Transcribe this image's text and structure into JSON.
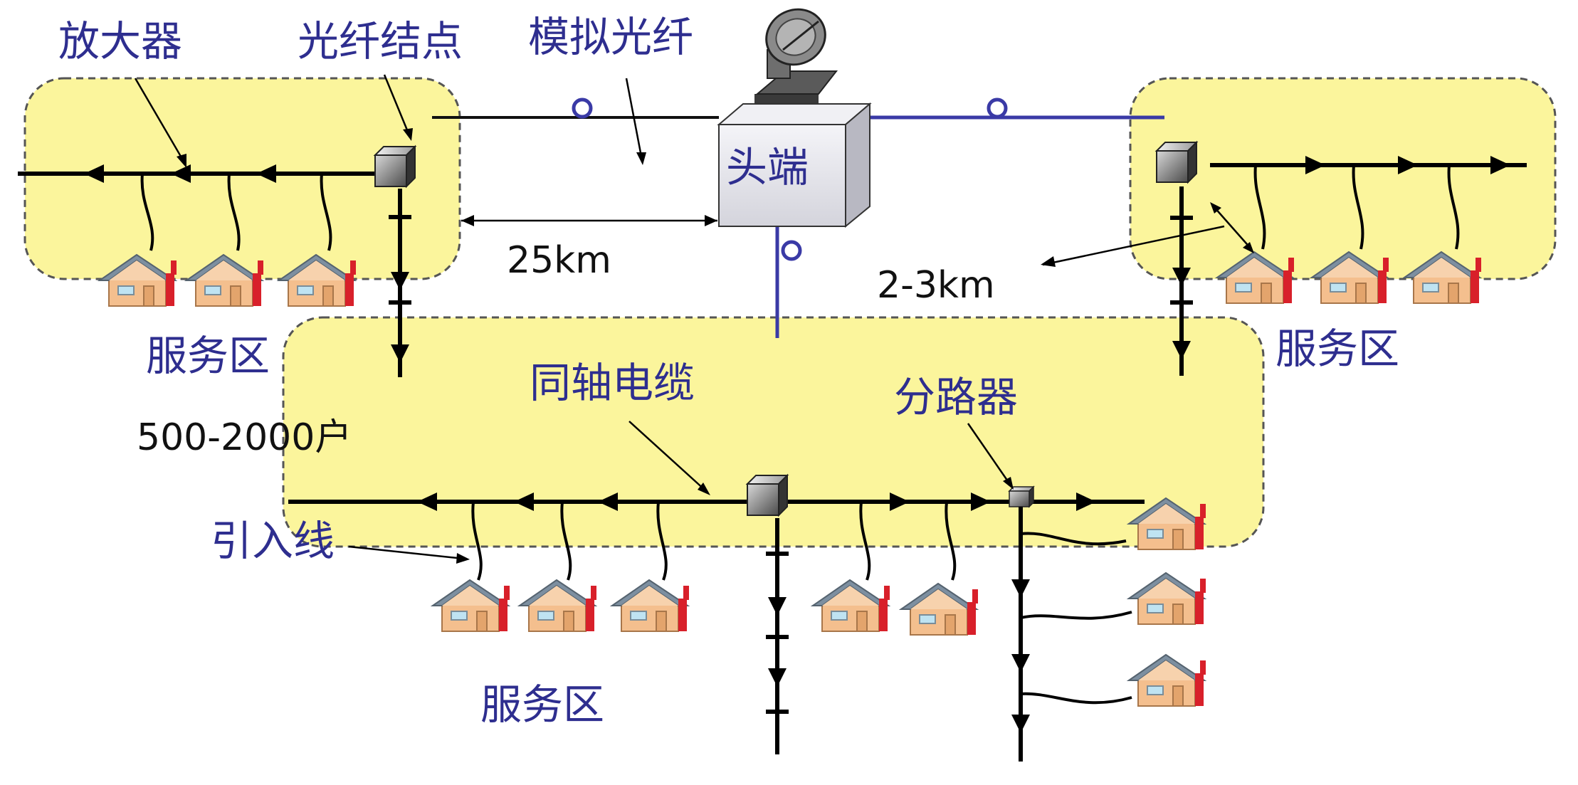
{
  "labels": {
    "amplifier": "放大器",
    "fiber_node": "光纤结点",
    "analog_fiber": "模拟光纤",
    "headend": "头端",
    "service_area": "服务区",
    "coax": "同轴电缆",
    "splitter": "分路器",
    "drop_line": "引入线",
    "dist_25km": "25km",
    "dist_2_3km": "2-3km",
    "households": "500-2000户"
  },
  "colors": {
    "zone_fill": "#fbf59c",
    "fiber_blue": "#3a3aa6",
    "label_blue": "#2e2e8f",
    "house_wall": "#f4bf8e",
    "house_roof": "#7d8fa0",
    "house_chimney": "#d8202a"
  },
  "icons": [
    "satellite-dish-icon",
    "headend-box-icon",
    "fiber-node-icon",
    "splitter-icon",
    "house-icon",
    "fiber-loop-icon"
  ]
}
